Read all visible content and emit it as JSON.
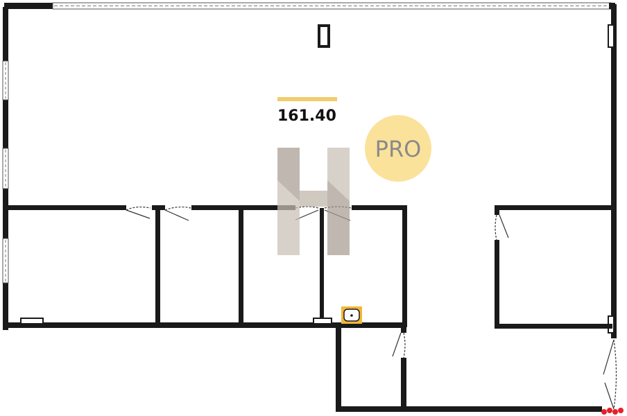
{
  "plan": {
    "area": "161.40",
    "badge": "PRO",
    "watermark": "H"
  },
  "colors": {
    "wall": "#1a1a1a",
    "accent_bar": "#f2cc6e",
    "badge_bg": "#fbe29b",
    "badge_text": "#8a8a8a",
    "watermark": "#b8aea2",
    "sink": "#f0b838",
    "marker": "#e8202a"
  }
}
